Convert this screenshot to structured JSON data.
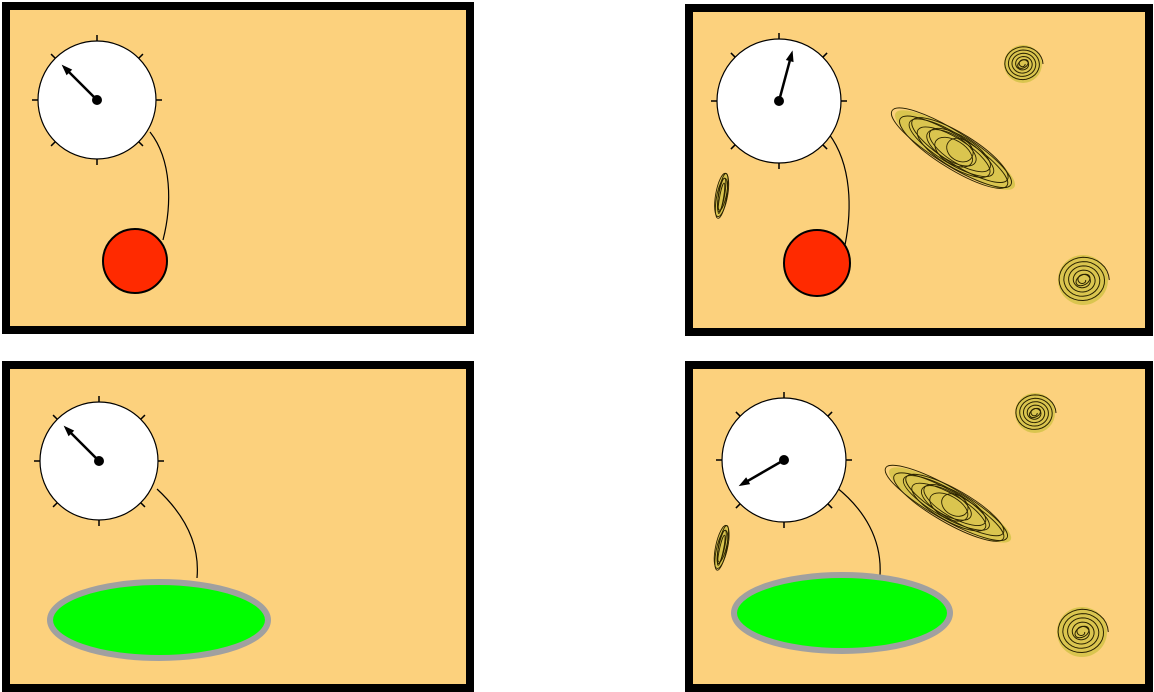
{
  "colors": {
    "panel_fill": "#fcd17d",
    "panel_border": "#000000",
    "dial_fill": "#ffffff",
    "ball_fill": "#ff2a00",
    "pad_fill": "#00ff00",
    "pad_rim": "#a0a0a0",
    "scribble_fill": "#d6c34a",
    "scribble_stroke": "#2a2200"
  },
  "panels": [
    {
      "id": "top-left",
      "target": "ball",
      "needle_angle_deg": 315,
      "smudges": false
    },
    {
      "id": "top-right",
      "target": "ball",
      "needle_angle_deg": 15,
      "smudges": true
    },
    {
      "id": "bottom-left",
      "target": "green-pad",
      "needle_angle_deg": 315,
      "smudges": false
    },
    {
      "id": "bottom-right",
      "target": "green-pad",
      "needle_angle_deg": 240,
      "smudges": true
    }
  ],
  "dial_tick_count": 8
}
